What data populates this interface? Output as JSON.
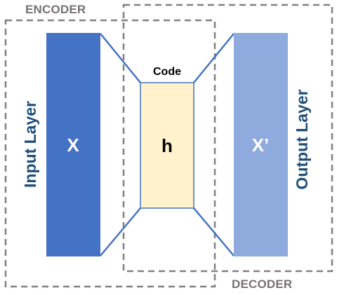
{
  "encoder": {
    "label": "ENCODER"
  },
  "decoder": {
    "label": "DECODER"
  },
  "input_layer": {
    "label": "Input Layer",
    "symbol": "X"
  },
  "code": {
    "title": "Code",
    "symbol": "h"
  },
  "output_layer": {
    "label": "Output Layer",
    "symbol": "X’"
  },
  "colors": {
    "input_block": "#4472c4",
    "output_block": "#8faadc",
    "code_block": "#fff2cc",
    "code_border": "#4472c4",
    "connector": "#4472c4",
    "layer_label": "#1f4e79",
    "dashed_box": "#808080",
    "dashed_label": "#767171"
  }
}
